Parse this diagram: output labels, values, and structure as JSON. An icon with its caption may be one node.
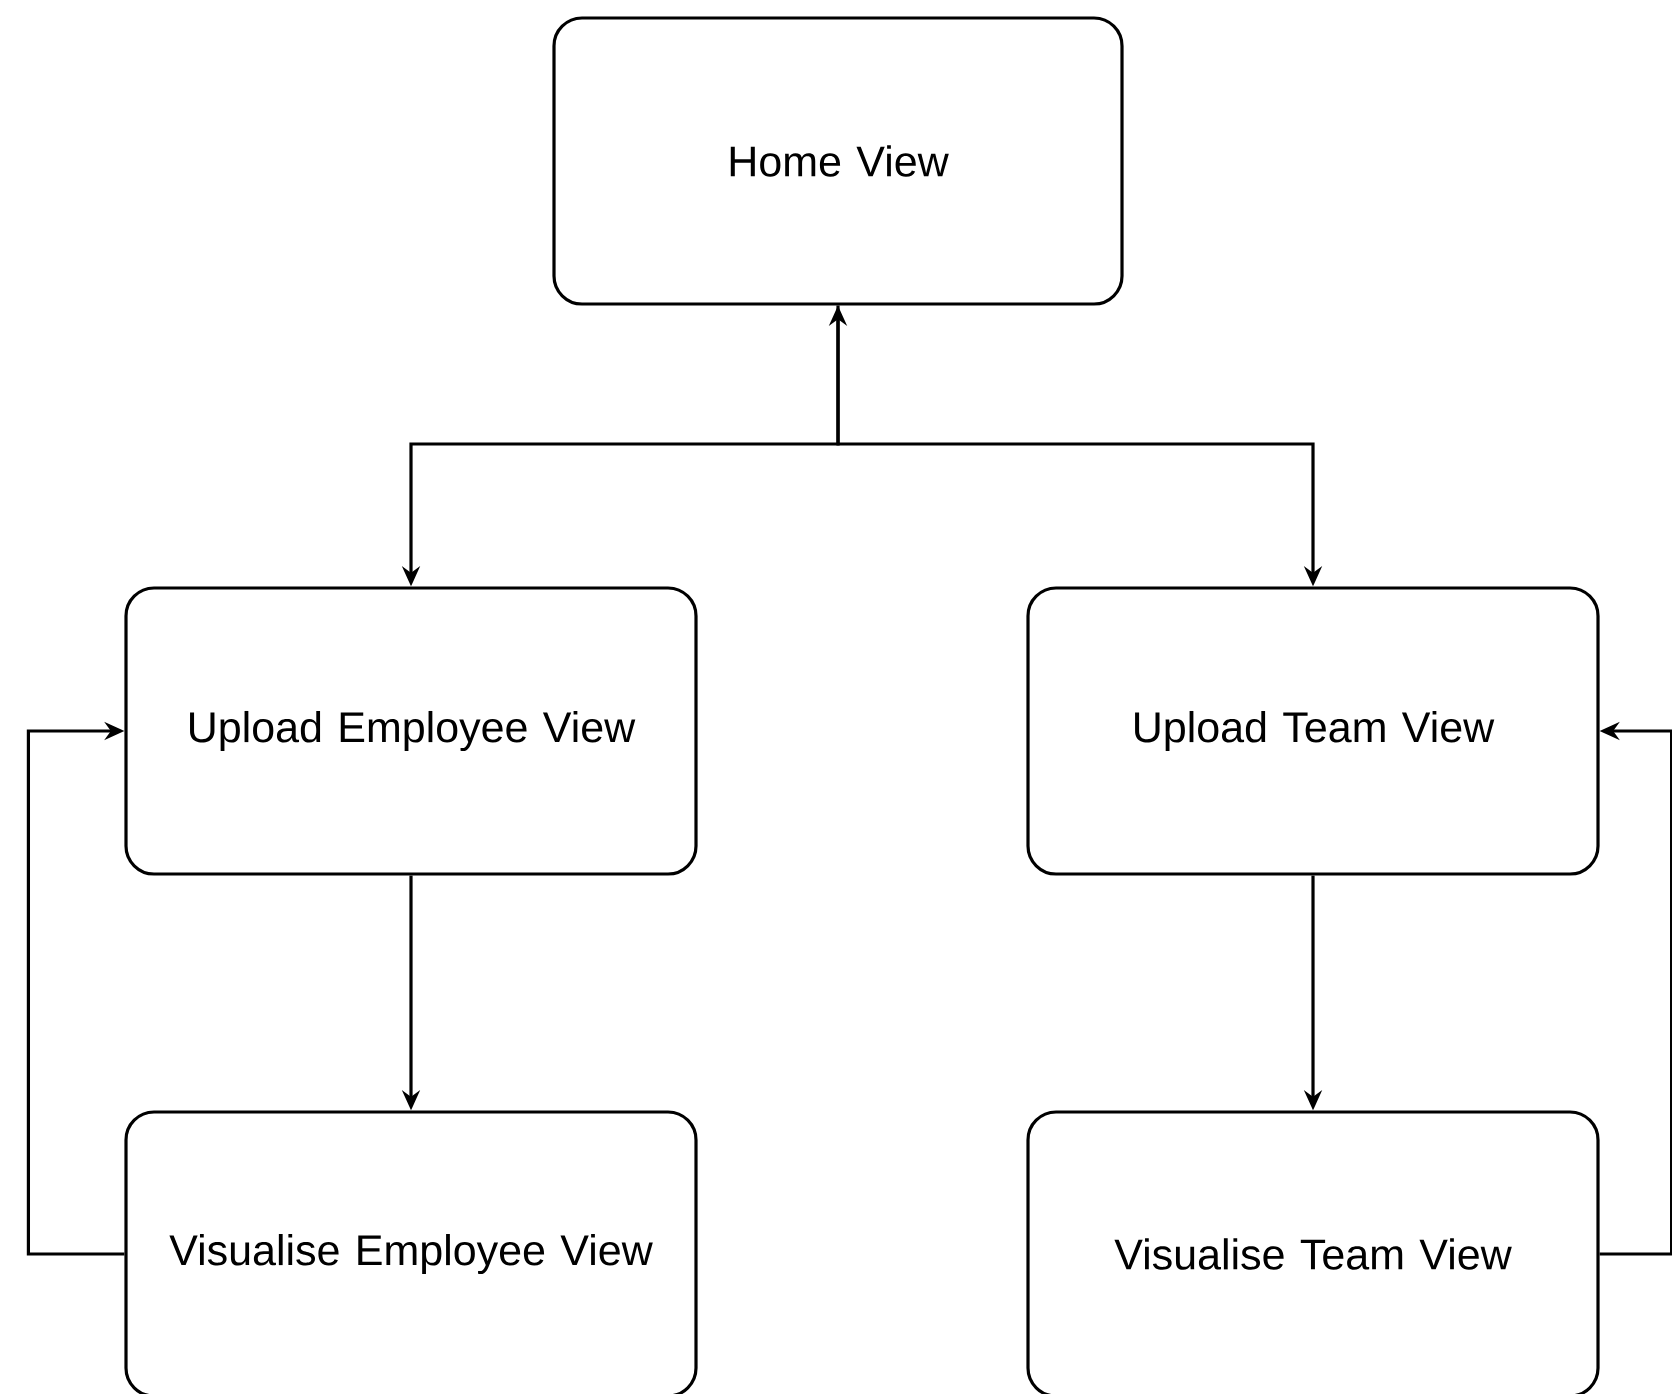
{
  "diagram": {
    "nodes": [
      {
        "text": [
          "Home View"
        ]
      },
      {
        "text": [
          "Upload Employee View"
        ]
      },
      {
        "text": [
          "Upload Team View"
        ]
      },
      {
        "text": [
          "Visualise Employee View"
        ]
      },
      {
        "text": [
          "Visualise Team View"
        ]
      }
    ],
    "edges": [
      {
        "from": 0,
        "to": 1,
        "arrow": "both"
      },
      {
        "from": 0,
        "to": 2,
        "arrow": "to"
      },
      {
        "from": 1,
        "to": 3,
        "arrow": "to"
      },
      {
        "from": 2,
        "to": 4,
        "arrow": "to"
      },
      {
        "from": 3,
        "to": 1,
        "arrow": "to"
      },
      {
        "from": 4,
        "to": 2,
        "arrow": "to"
      }
    ]
  }
}
